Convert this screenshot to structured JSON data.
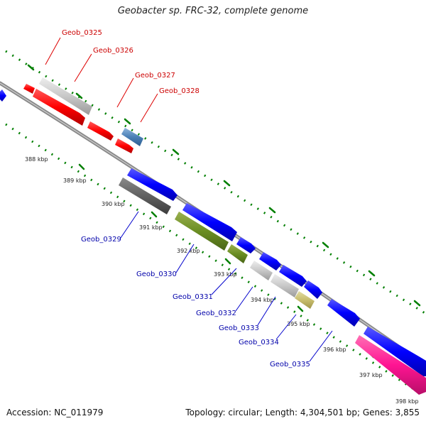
{
  "title": "Geobacter sp. FRC-32, complete genome",
  "accession_text": "Accession: NC_011979",
  "summary_text": "Topology: circular; Length: 4,304,501 bp; Genes: 3,855",
  "colors": {
    "plus_strand_gene": "#ff0000",
    "minus_strand_gene": "#0000ff",
    "plus_label": "#cc0000",
    "minus_label": "#0000aa",
    "gc_skew_ticks": "#007f00",
    "backbone": "#888888"
  },
  "kbp_ticks": [
    "388 kbp",
    "389 kbp",
    "390 kbp",
    "391 kbp",
    "392 kbp",
    "393 kbp",
    "394 kbp",
    "395 kbp",
    "396 kbp",
    "397 kbp",
    "398 kbp"
  ],
  "genes_plus_strand": [
    {
      "name": "Geob_0325",
      "color": "#ff0000"
    },
    {
      "name": "Geob_0326",
      "color": "#ff0000"
    },
    {
      "name": "Geob_0327",
      "color": "#ff0000"
    },
    {
      "name": "Geob_0328",
      "color": "#ff0000"
    }
  ],
  "genes_minus_strand": [
    {
      "name": "Geob_0329",
      "color": "#0000ff"
    },
    {
      "name": "Geob_0330",
      "color": "#0000ff"
    },
    {
      "name": "Geob_0331",
      "color": "#0000ff"
    },
    {
      "name": "Geob_0332",
      "color": "#0000ff"
    },
    {
      "name": "Geob_0333",
      "color": "#0000ff"
    },
    {
      "name": "Geob_0334",
      "color": "#0000ff"
    },
    {
      "name": "Geob_0335",
      "color": "#0000ff"
    }
  ]
}
